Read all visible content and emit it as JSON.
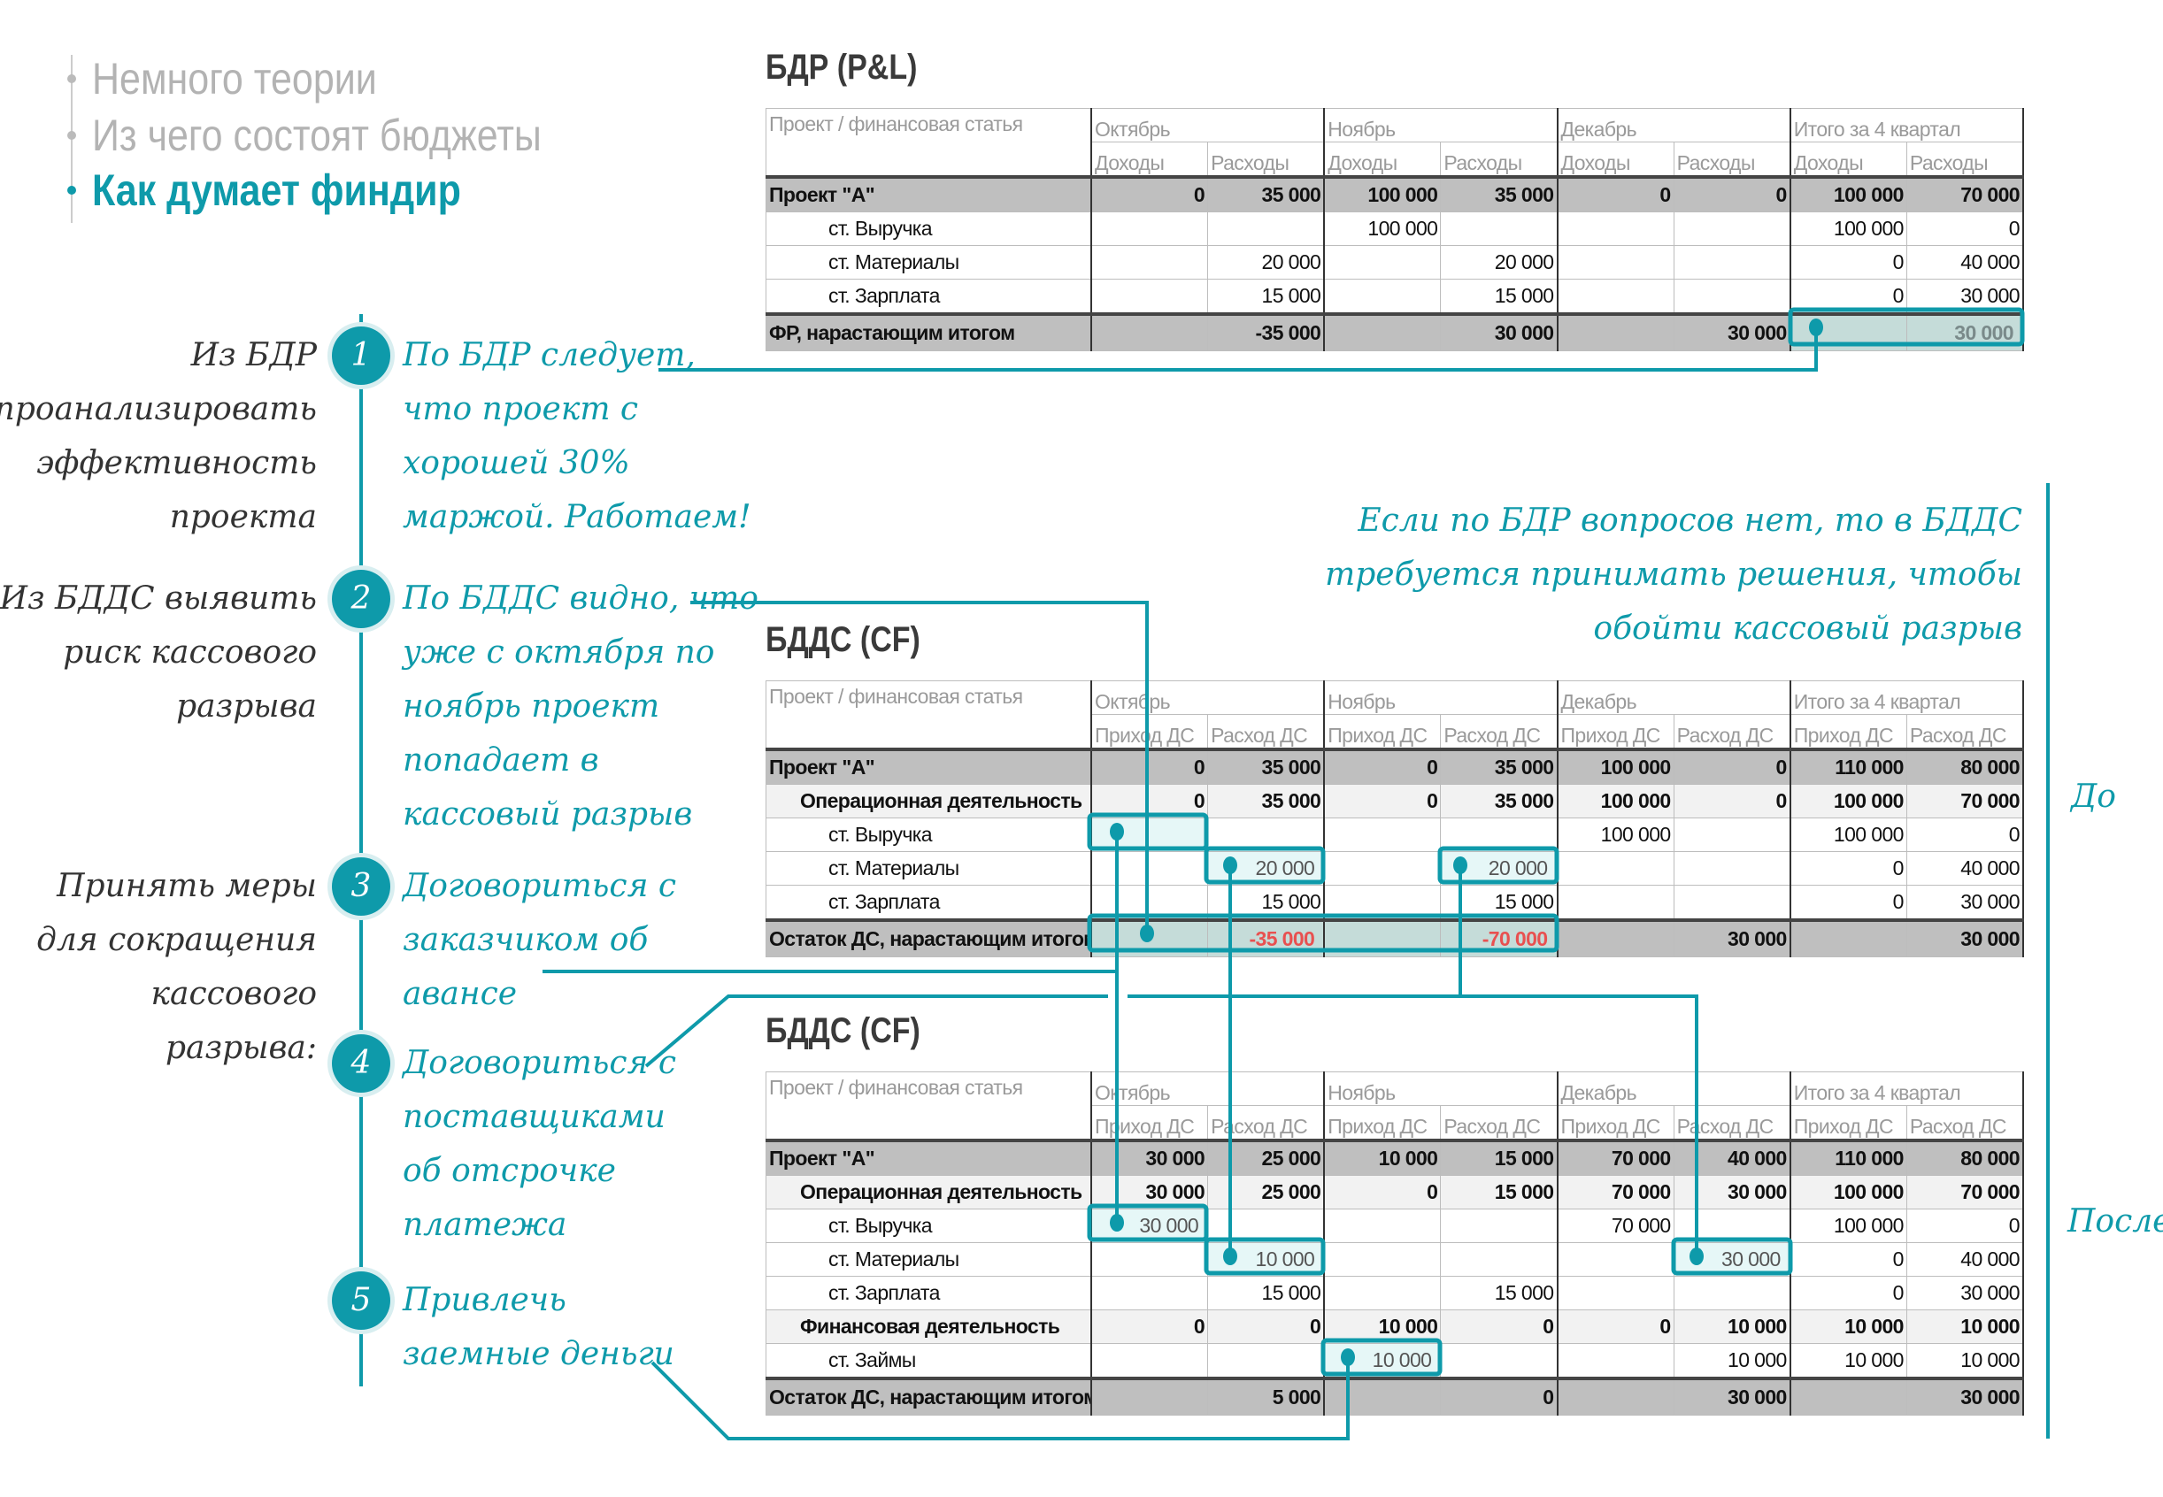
{
  "nav": [
    "Немного теории",
    "Из чего состоят бюджеты",
    "Как думает финдир"
  ],
  "steps": [
    {
      "num": "1",
      "left": [
        "Из БДР",
        "проанализировать",
        "эффективность",
        "проекта"
      ],
      "right": [
        "По БДР следует,",
        "что проект с",
        "хорошей 30%",
        "маржой. Работаем!"
      ]
    },
    {
      "num": "2",
      "left": [
        "Из БДДС выявить",
        "риск кассового",
        "разрыва"
      ],
      "right": [
        "По БДДС видно, что",
        "уже с октября по",
        "ноябрь проект",
        "попадает в",
        "кассовый разрыв"
      ]
    },
    {
      "num": "3",
      "left": [
        "Принять меры",
        "для сокращения",
        "кассового",
        "разрыва:"
      ],
      "right": [
        "Договориться с",
        "заказчиком об",
        "авансе"
      ]
    },
    {
      "num": "4",
      "left": [],
      "right": [
        "Договориться с",
        "поставщиками",
        "об отсрочке",
        "платежа"
      ]
    },
    {
      "num": "5",
      "left": [],
      "right": [
        "Привлечь",
        "заемные деньги"
      ]
    }
  ],
  "note": [
    "Если по БДР вопросов нет, то в БДДС",
    "требуется принимать решения, чтобы",
    "обойти кассовый разрыв"
  ],
  "labels": {
    "before": "До",
    "after": "После"
  },
  "colors": {
    "accent": "#0e9aaa",
    "negative": "#e00000"
  },
  "tables": [
    {
      "title": "БДР (P&L)",
      "header": "Проект / финансовая статья",
      "months": [
        "Октябрь",
        "Ноябрь",
        "Декабрь",
        "Итого за 4 квартал"
      ],
      "sub": [
        "Доходы",
        "Расходы"
      ],
      "rows": [
        {
          "type": "total",
          "cells": [
            "Проект \"А\"",
            "0",
            "35 000",
            "100 000",
            "35 000",
            "0",
            "0",
            "100 000",
            "70 000"
          ]
        },
        {
          "type": "item",
          "cells": [
            "ст. Выручка",
            "",
            "",
            "100 000",
            "",
            "",
            "",
            "100 000",
            "0"
          ]
        },
        {
          "type": "item",
          "cells": [
            "ст. Материалы",
            "",
            "20 000",
            "",
            "20 000",
            "",
            "",
            "0",
            "40 000"
          ]
        },
        {
          "type": "item",
          "cells": [
            "ст. Зарплата",
            "",
            "15 000",
            "",
            "15 000",
            "",
            "",
            "0",
            "30 000"
          ]
        },
        {
          "type": "result",
          "cells": [
            "ФР, нарастающим итогом",
            "",
            "-35 000",
            "",
            "30 000",
            "",
            "30 000",
            "",
            "30 000"
          ]
        }
      ]
    },
    {
      "title": "БДДС (CF)",
      "header": "Проект / финансовая статья",
      "months": [
        "Октябрь",
        "Ноябрь",
        "Декабрь",
        "Итого за 4 квартал"
      ],
      "sub": [
        "Приход ДС",
        "Расход ДС"
      ],
      "rows": [
        {
          "type": "total",
          "cells": [
            "Проект \"А\"",
            "0",
            "35 000",
            "0",
            "35 000",
            "100 000",
            "0",
            "110 000",
            "80 000"
          ]
        },
        {
          "type": "sub",
          "cells": [
            "Операционная деятельность",
            "0",
            "35 000",
            "0",
            "35 000",
            "100 000",
            "0",
            "100 000",
            "70 000"
          ]
        },
        {
          "type": "item",
          "cells": [
            "ст. Выручка",
            "",
            "",
            "",
            "",
            "100 000",
            "",
            "100 000",
            "0"
          ]
        },
        {
          "type": "item",
          "cells": [
            "ст. Материалы",
            "",
            "20 000",
            "",
            "20 000",
            "",
            "",
            "0",
            "40 000"
          ]
        },
        {
          "type": "item",
          "cells": [
            "ст. Зарплата",
            "",
            "15 000",
            "",
            "15 000",
            "",
            "",
            "0",
            "30 000"
          ]
        },
        {
          "type": "result",
          "cells": [
            "Остаток ДС, нарастающим итогом",
            "",
            "-35 000",
            "",
            "-70 000",
            "",
            "30 000",
            "",
            "30 000"
          ]
        }
      ]
    },
    {
      "title": "БДДС (CF)",
      "header": "Проект / финансовая статья",
      "months": [
        "Октябрь",
        "Ноябрь",
        "Декабрь",
        "Итого за 4 квартал"
      ],
      "sub": [
        "Приход ДС",
        "Расход ДС"
      ],
      "rows": [
        {
          "type": "total",
          "cells": [
            "Проект \"А\"",
            "30 000",
            "25 000",
            "10 000",
            "15 000",
            "70 000",
            "40 000",
            "110 000",
            "80 000"
          ]
        },
        {
          "type": "sub",
          "cells": [
            "Операционная деятельность",
            "30 000",
            "25 000",
            "0",
            "15 000",
            "70 000",
            "30 000",
            "100 000",
            "70 000"
          ]
        },
        {
          "type": "item",
          "cells": [
            "ст. Выручка",
            "30 000",
            "",
            "",
            "",
            "70 000",
            "",
            "100 000",
            "0"
          ]
        },
        {
          "type": "item",
          "cells": [
            "ст. Материалы",
            "",
            "10 000",
            "",
            "",
            "",
            "30 000",
            "0",
            "40 000"
          ]
        },
        {
          "type": "item",
          "cells": [
            "ст. Зарплата",
            "",
            "15 000",
            "",
            "15 000",
            "",
            "",
            "0",
            "30 000"
          ]
        },
        {
          "type": "sub",
          "cells": [
            "Финансовая деятельность",
            "0",
            "0",
            "10 000",
            "0",
            "0",
            "10 000",
            "10 000",
            "10 000"
          ]
        },
        {
          "type": "item",
          "cells": [
            "ст. Займы",
            "",
            "",
            "10 000",
            "",
            "",
            "10 000",
            "10 000",
            "10 000"
          ]
        },
        {
          "type": "result",
          "cells": [
            "Остаток ДС, нарастающим итогом",
            "",
            "5 000",
            "",
            "0",
            "",
            "30 000",
            "",
            "30 000"
          ]
        }
      ]
    }
  ]
}
